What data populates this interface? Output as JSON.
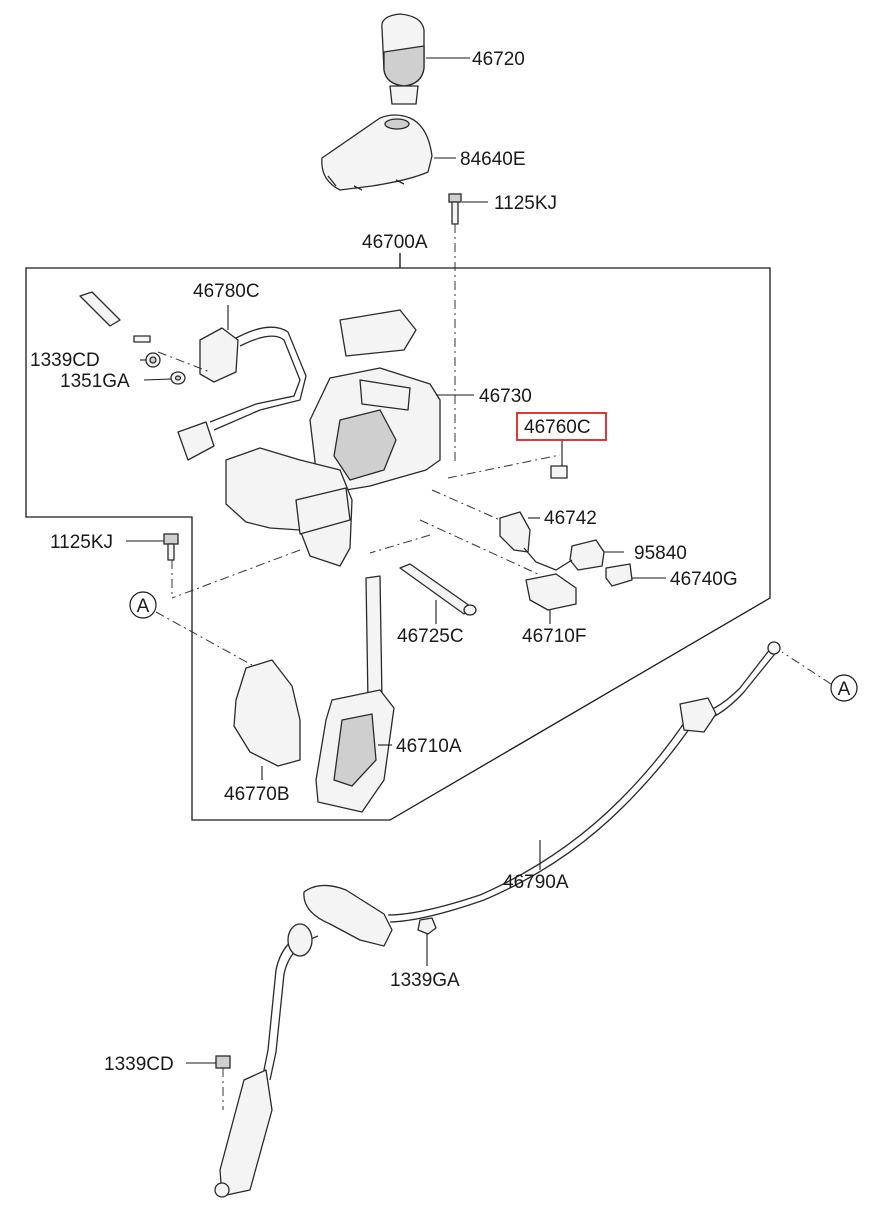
{
  "diagram": {
    "parts": {
      "p46720": "46720",
      "p84640E": "84640E",
      "p1125KJ_top": "1125KJ",
      "p46700A": "46700A",
      "p46780C": "46780C",
      "p1339CD_top": "1339CD",
      "p1351GA": "1351GA",
      "p46730": "46730",
      "p46760C": "46760C",
      "p46742": "46742",
      "p1125KJ_left": "1125KJ",
      "p95840": "95840",
      "p46740G": "46740G",
      "ref_A_left": "A",
      "p46725C": "46725C",
      "p46710F": "46710F",
      "ref_A_right": "A",
      "p46710A": "46710A",
      "p46770B": "46770B",
      "p46790A": "46790A",
      "p1339GA": "1339GA",
      "p1339CD_bottom": "1339CD"
    },
    "highlight": {
      "part": "46760C",
      "color": "#e02020"
    }
  }
}
